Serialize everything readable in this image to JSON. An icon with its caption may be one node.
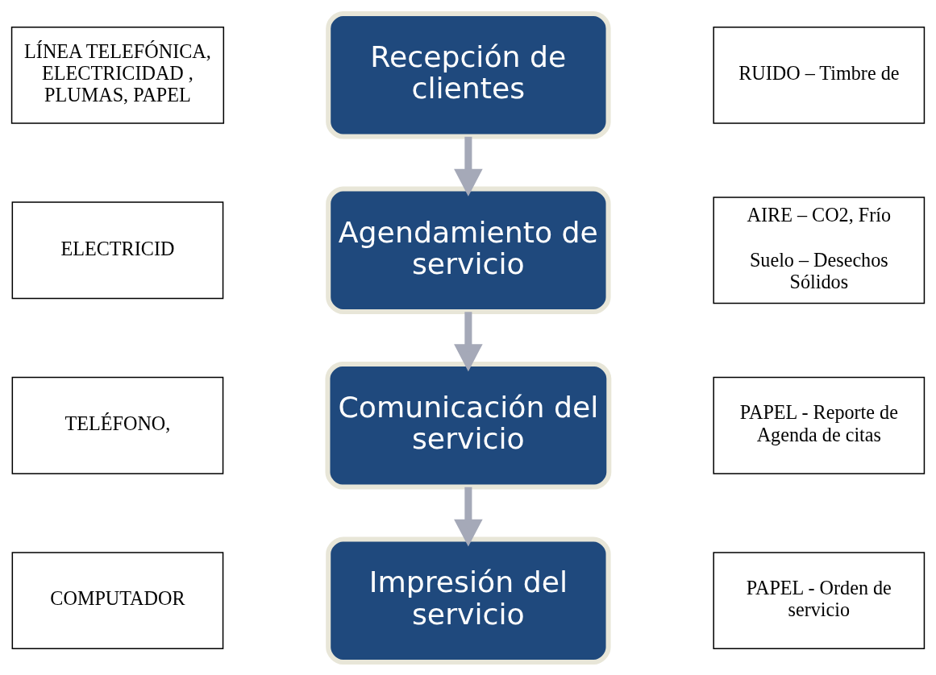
{
  "diagram": {
    "nodes": [
      {
        "text": [
          "LÍNEA TELEFÓNICA, ELECTRICIDAD , PLUMAS, PAPEL"
        ]
      },
      {
        "text": [
          "Recepción de clientes"
        ]
      },
      {
        "text": [
          "RUIDO – Timbre de"
        ]
      },
      {
        "text": [
          "ELECTRICID"
        ]
      },
      {
        "text": [
          "Agendamiento de servicio"
        ]
      },
      {
        "text": [
          "AIRE – CO2, Frío",
          "Suelo – Desechos Sólidos"
        ]
      },
      {
        "text": [
          "TELÉFONO,"
        ]
      },
      {
        "text": [
          "Comunicación del servicio"
        ]
      },
      {
        "text": [
          "PAPEL - Reporte de Agenda de citas"
        ]
      },
      {
        "text": [
          "COMPUTADOR"
        ]
      },
      {
        "text": [
          "Impresión del servicio"
        ]
      },
      {
        "text": [
          "PAPEL - Orden de servicio"
        ]
      }
    ],
    "edges": [
      {
        "from": 1,
        "to": 4,
        "arrow": "to"
      },
      {
        "from": 4,
        "to": 7,
        "arrow": "to"
      },
      {
        "from": 7,
        "to": 10,
        "arrow": "to"
      }
    ]
  }
}
